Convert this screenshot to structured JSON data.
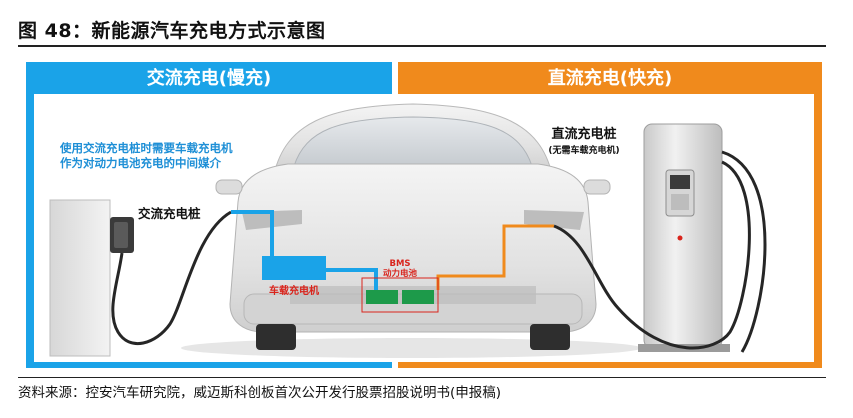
{
  "figure": {
    "title": "图 48：新能源汽车充电方式示意图",
    "source": "资料来源：控安汽车研究院，威迈斯科创板首次公开发行股票招股说明书(申报稿)"
  },
  "diagram": {
    "ac_panel": {
      "header": "交流充电(慢充)",
      "color": "#1aa3e8"
    },
    "dc_panel": {
      "header": "直流充电(快充)",
      "color": "#f08a1c"
    },
    "note_line1": "使用交流充电桩时需要车载充电机",
    "note_line2": "作为对动力电池充电的中间媒介",
    "note_color": "#1e8fd6",
    "ac_pile_label": "交流充电桩",
    "dc_pile_label": "直流充电桩",
    "dc_pile_sublabel": "(无需车载充电机)",
    "obc_label": "车载充电机",
    "bms_label_line1": "BMS",
    "bms_label_line2": "动力电池",
    "label_red": "#d9241c",
    "battery_color": "#1d9a4a",
    "ac_cable_color": "#1aa3e8",
    "dc_cable_color": "#f08a1c"
  }
}
